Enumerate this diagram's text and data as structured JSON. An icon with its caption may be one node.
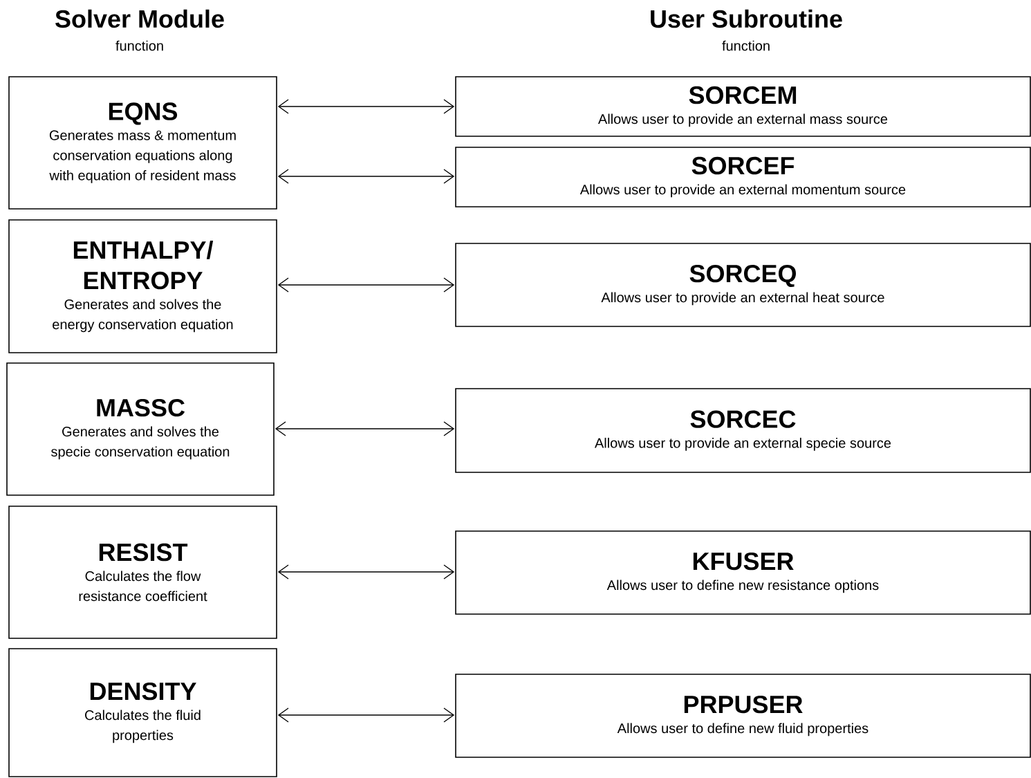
{
  "diagram": {
    "nodes": [
      {
        "text": [
          "EQNS",
          "Generates mass & momentum conservation equations along with equation of resident mass"
        ]
      },
      {
        "text": [
          "ENTHALPY/ ENTROPY",
          "Generates and solves the energy conservation equation"
        ]
      },
      {
        "text": [
          "MASSC",
          "Generates and solves the specie conservation equation"
        ]
      },
      {
        "text": [
          "RESIST",
          "Calculates the flow resistance coefficient"
        ]
      },
      {
        "text": [
          "DENSITY",
          "Calculates the fluid properties"
        ]
      },
      {
        "text": [
          "SORCEM",
          "Allows user to provide an external mass source"
        ]
      },
      {
        "text": [
          "SORCEF",
          "Allows user to provide an external momentum source"
        ]
      },
      {
        "text": [
          "SORCEQ",
          "Allows user to provide an external heat source"
        ]
      },
      {
        "text": [
          "SORCEC",
          "Allows user to provide an external specie source"
        ]
      },
      {
        "text": [
          "KFUSER",
          "Allows user to define new resistance options"
        ]
      },
      {
        "text": [
          "PRPUSER",
          "Allows user to define new fluid properties"
        ]
      }
    ],
    "edges": [
      {
        "from": 0,
        "to": 5,
        "arrow": "both"
      },
      {
        "from": 0,
        "to": 6,
        "arrow": "both"
      },
      {
        "from": 1,
        "to": 7,
        "arrow": "both"
      },
      {
        "from": 2,
        "to": 8,
        "arrow": "both"
      },
      {
        "from": 3,
        "to": 9,
        "arrow": "both"
      },
      {
        "from": 4,
        "to": 10,
        "arrow": "both"
      }
    ],
    "labels": [
      "Solver Module",
      "function",
      "User Subroutine",
      "function"
    ]
  }
}
